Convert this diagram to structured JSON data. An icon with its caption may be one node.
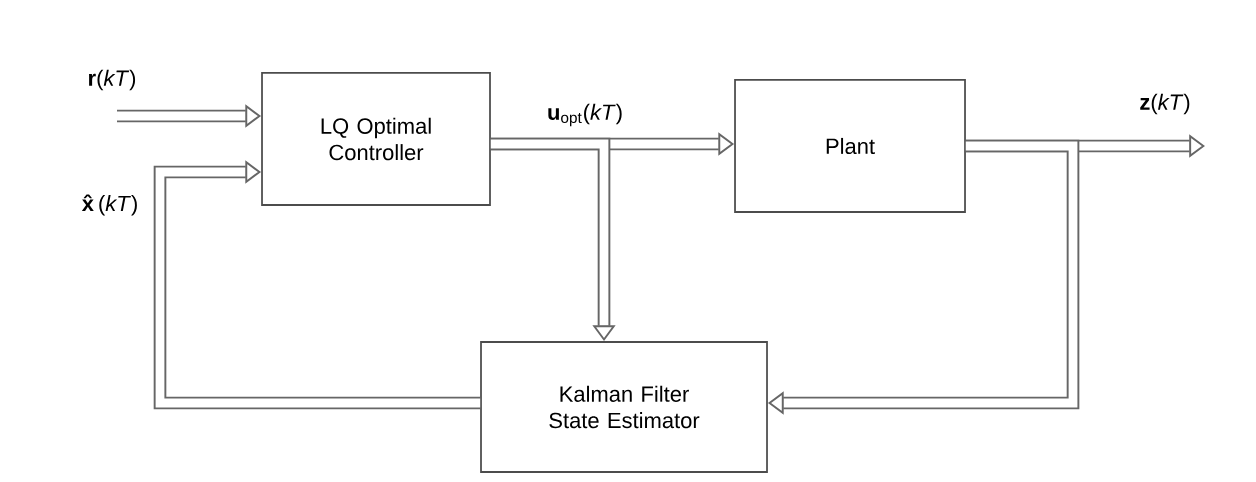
{
  "diagram": {
    "nodes": [
      {
        "text": [
          "LQ Optimal Controller"
        ]
      },
      {
        "text": [
          "Plant"
        ]
      },
      {
        "text": [
          "Kalman Filter State Estimator"
        ]
      }
    ],
    "edges": [
      {
        "from": null,
        "to": 0,
        "arrow": "to",
        "label": "**r**(*kT*)"
      },
      {
        "from": 0,
        "to": 1,
        "arrow": "to",
        "label": "**u**$_{opt}$(*kT*)"
      },
      {
        "from": 0,
        "to": 2,
        "arrow": "to"
      },
      {
        "from": 1,
        "to": null,
        "arrow": "to",
        "label": "**z**(*kT*)"
      },
      {
        "from": 1,
        "to": 2,
        "arrow": "to"
      },
      {
        "from": 2,
        "to": 0,
        "arrow": "to",
        "label": "**x̂**(*kT*)"
      }
    ]
  }
}
